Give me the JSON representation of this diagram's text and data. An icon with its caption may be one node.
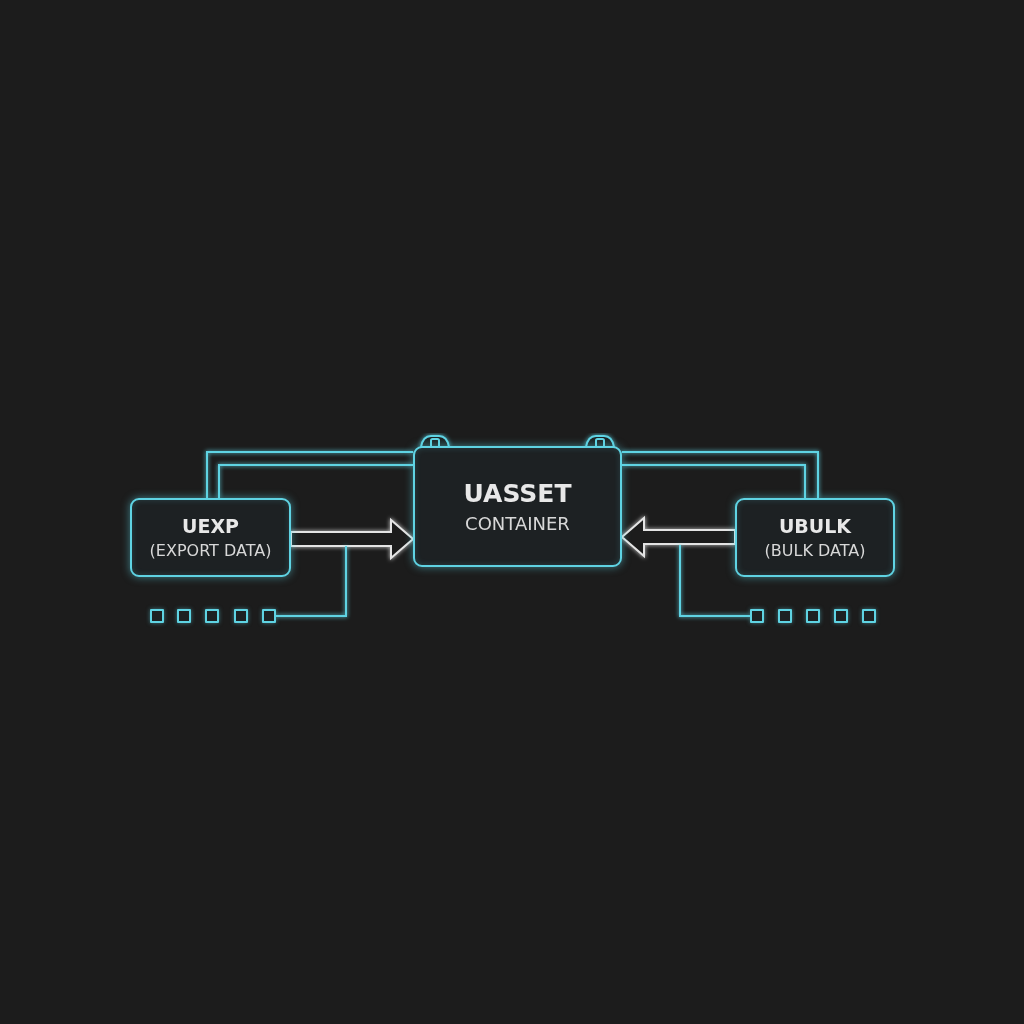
{
  "diagram": {
    "nodes": [
      {
        "text": [
          "UEXP",
          "(EXPORT DATA)"
        ]
      },
      {
        "text": [
          "UASSET",
          "CONTAINER"
        ]
      },
      {
        "text": [
          "UBULK",
          "(BULK DATA)"
        ]
      },
      {
        "text": [],
        "shape": "box"
      },
      {
        "text": [],
        "shape": "box"
      },
      {
        "text": [],
        "shape": "box"
      },
      {
        "text": [],
        "shape": "box"
      },
      {
        "text": [],
        "shape": "box"
      },
      {
        "text": [],
        "shape": "box"
      },
      {
        "text": [],
        "shape": "box"
      },
      {
        "text": [],
        "shape": "box"
      },
      {
        "text": [],
        "shape": "box"
      },
      {
        "text": [],
        "shape": "box"
      }
    ],
    "edges": [
      {
        "from": 0,
        "to": 1,
        "arrow": "to",
        "style": "thick",
        "color": "#e4e4e4"
      },
      {
        "from": 2,
        "to": 1,
        "arrow": "to",
        "style": "thick",
        "color": "#e4e4e4"
      },
      {
        "from": 0,
        "to": 1,
        "arrow": "none"
      },
      {
        "from": 0,
        "to": 1,
        "arrow": "none"
      },
      {
        "from": 2,
        "to": 1,
        "arrow": "none"
      },
      {
        "from": 2,
        "to": 1,
        "arrow": "none"
      },
      {
        "from": 0,
        "to": 3,
        "arrow": "none"
      },
      {
        "from": 0,
        "to": 4,
        "arrow": "none"
      },
      {
        "from": 0,
        "to": 5,
        "arrow": "none"
      },
      {
        "from": 0,
        "to": 6,
        "arrow": "none"
      },
      {
        "from": 7,
        "to": null,
        "arrow": "none"
      },
      {
        "from": 2,
        "to": 9,
        "arrow": "none"
      },
      {
        "from": 2,
        "to": 10,
        "arrow": "none"
      },
      {
        "from": 2,
        "to": 11,
        "arrow": "none"
      },
      {
        "from": 2,
        "to": 12,
        "arrow": "none"
      },
      {
        "from": 8,
        "to": null,
        "arrow": "none"
      }
    ]
  }
}
